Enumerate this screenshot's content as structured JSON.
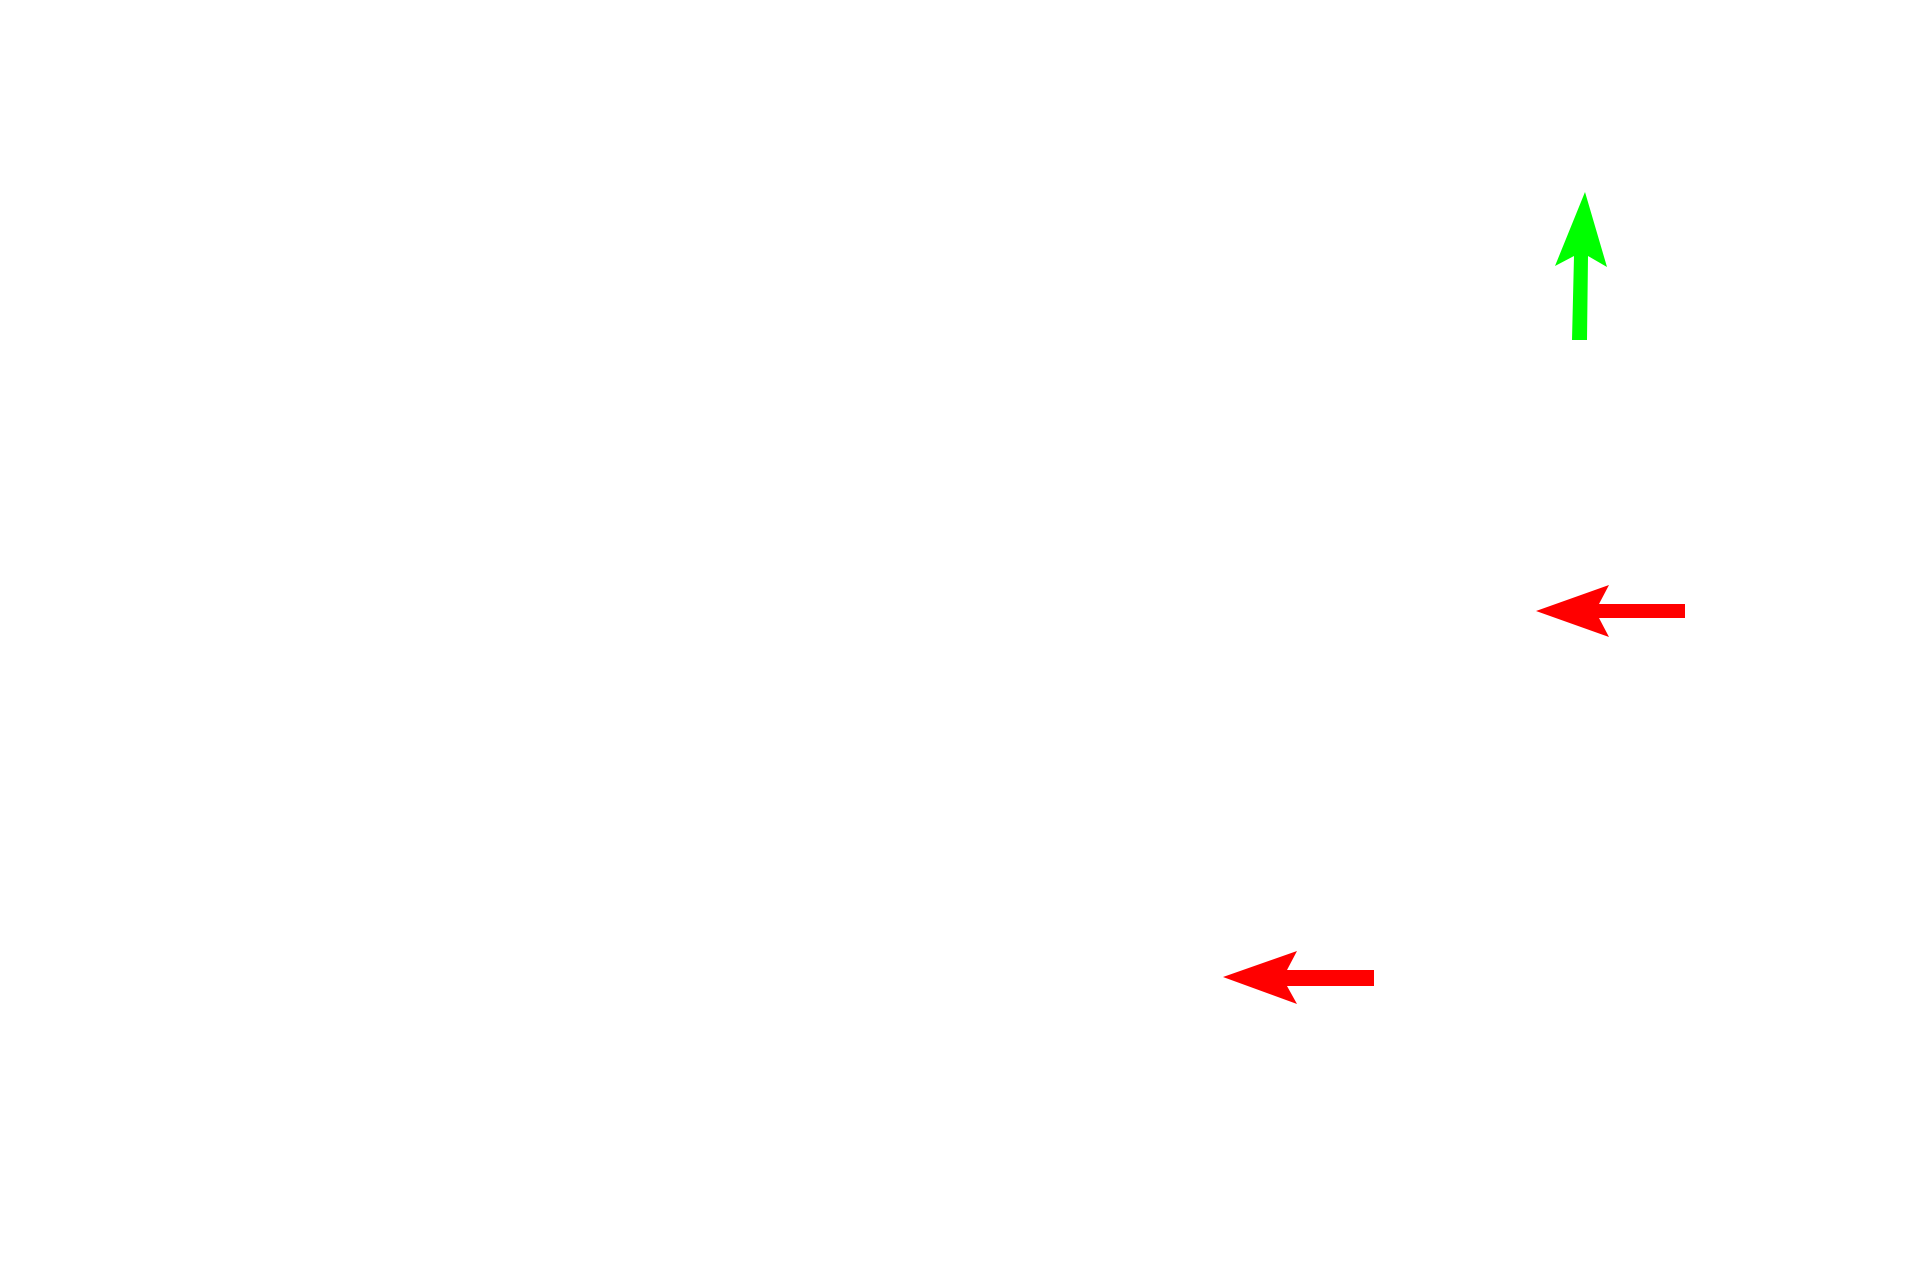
{
  "background_color": "#ffffff",
  "arrows": [
    {
      "name": "green-arrow-up",
      "direction": "up",
      "color": "#00ff00"
    },
    {
      "name": "red-arrow-left-upper",
      "direction": "left",
      "color": "#ff0000"
    },
    {
      "name": "red-arrow-left-lower",
      "direction": "left",
      "color": "#ff0000"
    }
  ]
}
